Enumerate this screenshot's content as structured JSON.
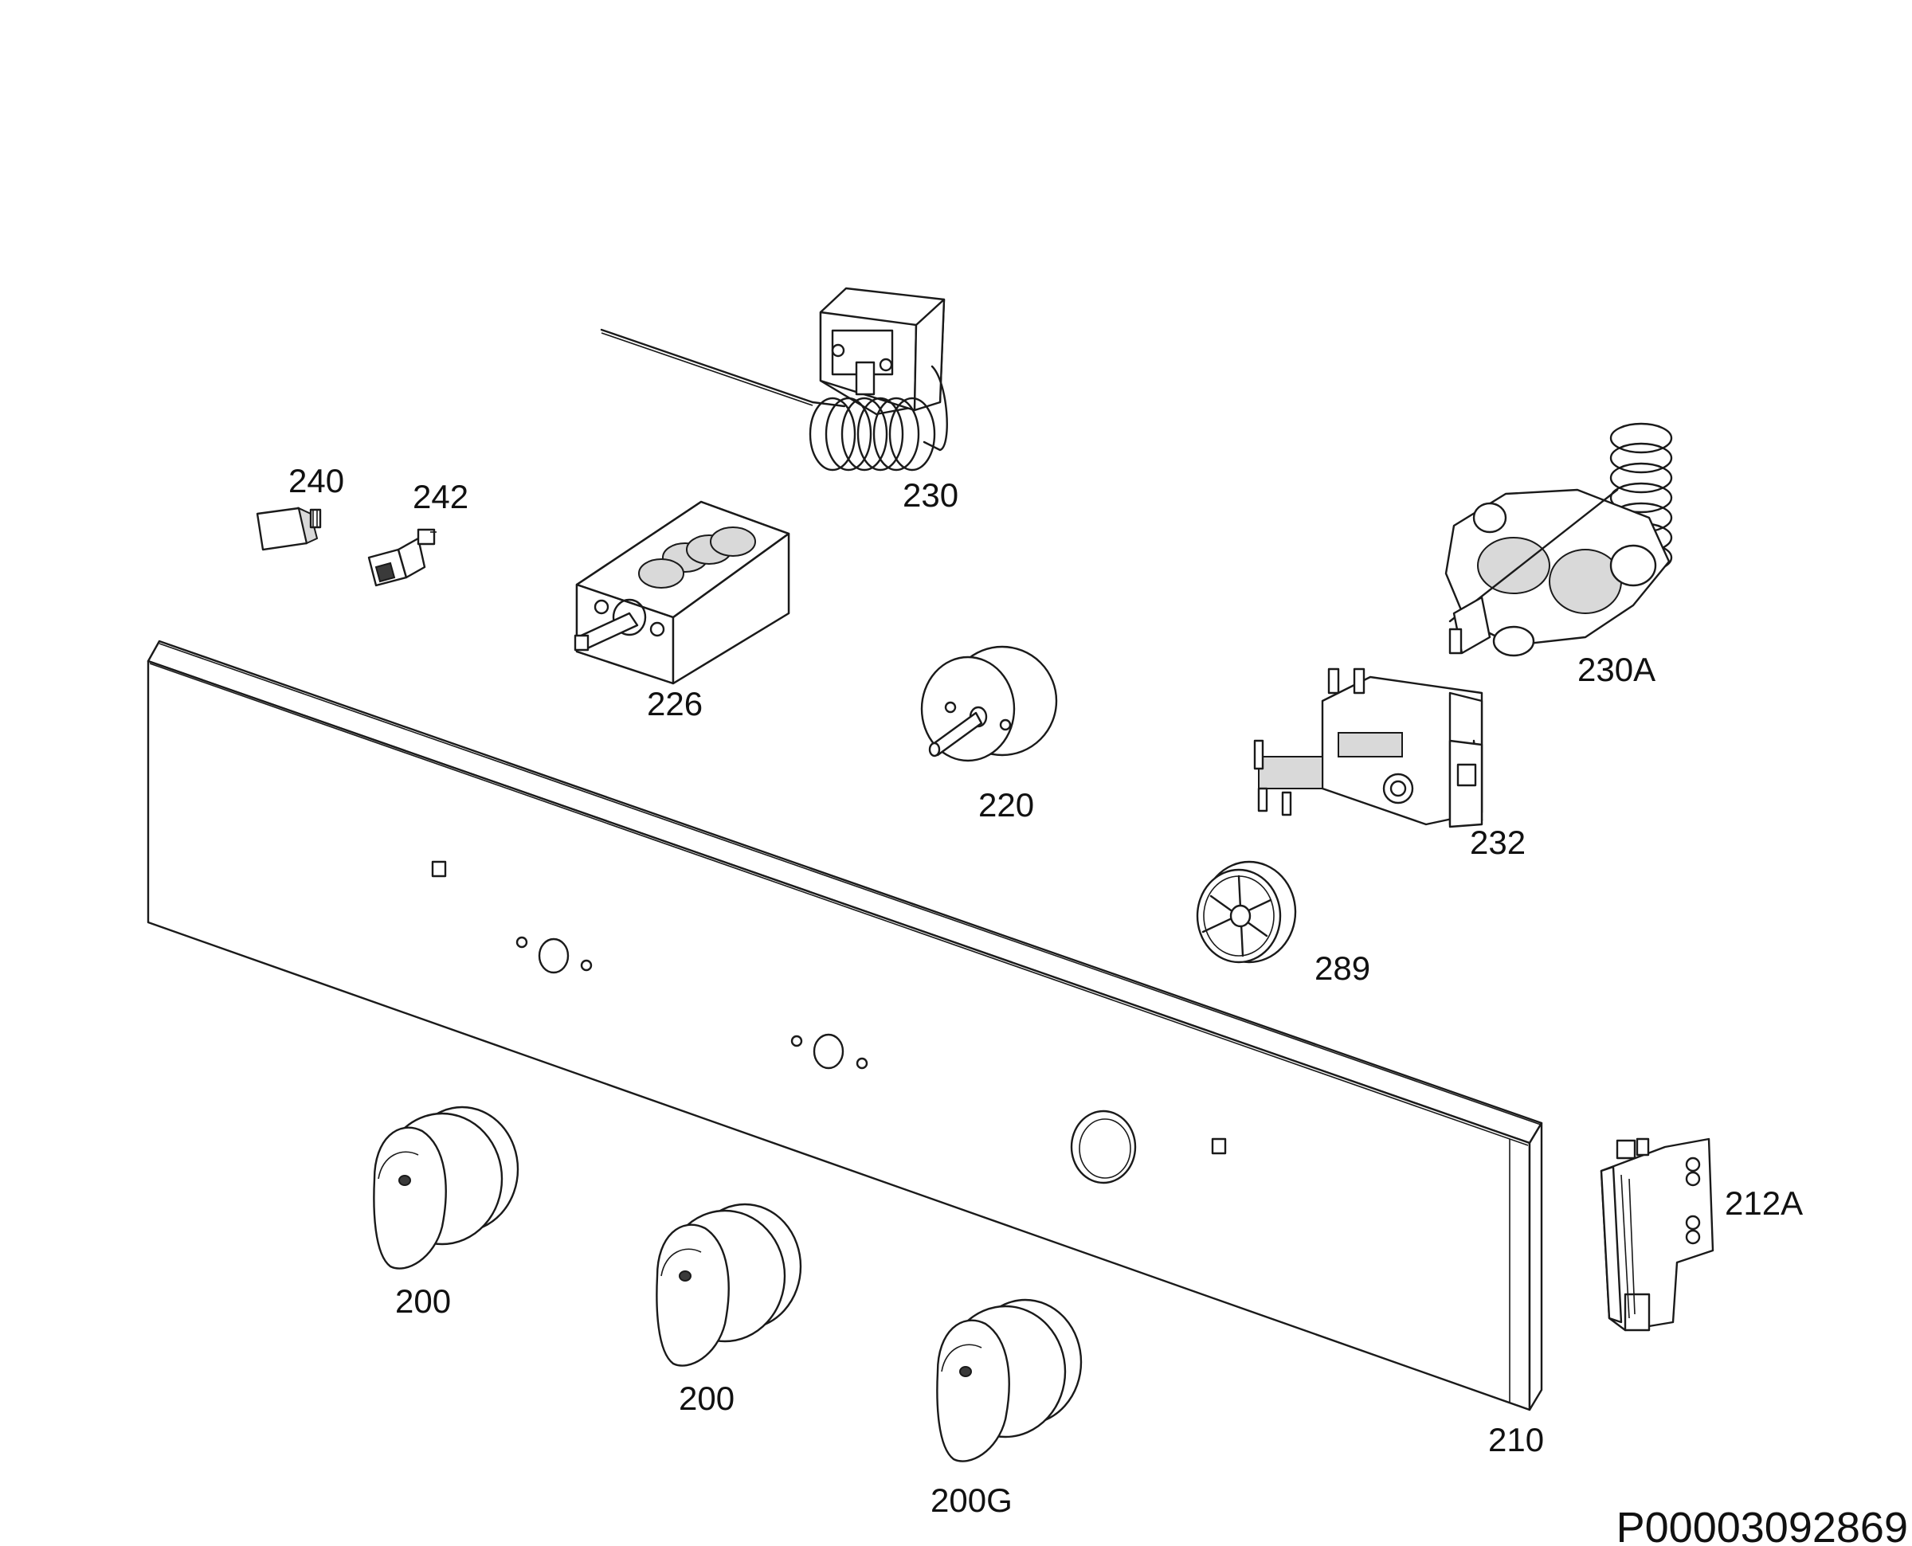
{
  "diagram": {
    "callouts": {
      "p240": "240",
      "p242": "242",
      "p230": "230",
      "p226": "226",
      "p230A": "230A",
      "p220": "220",
      "p232": "232",
      "p289": "289",
      "p212A": "212A",
      "p200a": "200",
      "p200b": "200",
      "p200G": "200G",
      "p210": "210"
    },
    "document_number": "P00003092869",
    "colors": {
      "line": "#1a1a1a",
      "background": "#ffffff"
    }
  }
}
